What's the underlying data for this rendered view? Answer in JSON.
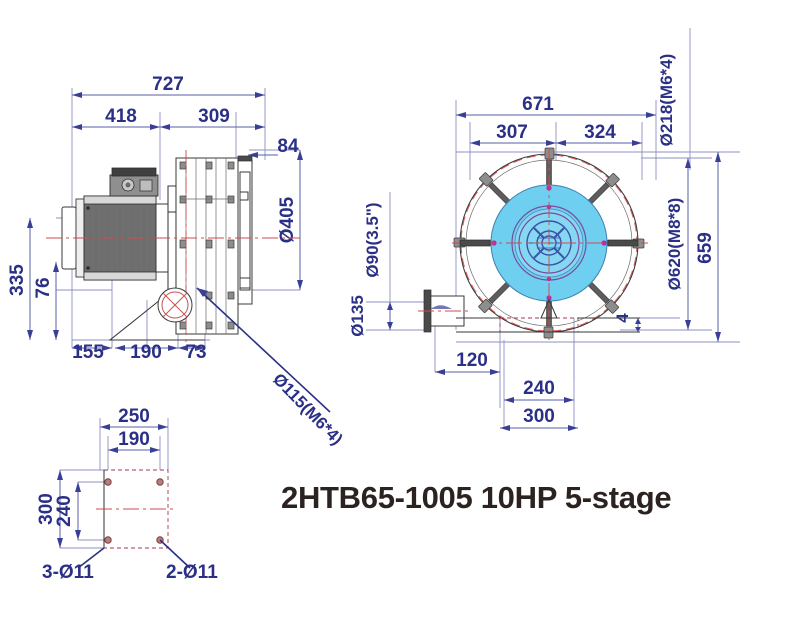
{
  "drawing": {
    "title": "2HTB65-1005 10HP 5-stage",
    "background_color": "#ffffff",
    "dimension_text_color": "#2b3087",
    "title_color": "#2c2320",
    "impeller_color": "#6ecff0",
    "centerline_color": "#d24b4b"
  },
  "views": {
    "side_view": {
      "name": "side-elevation-view",
      "dimensions": {
        "overall_length": "727",
        "motor_length": "418",
        "housing_length": "309",
        "outlet_offset": "84",
        "housing_diameter": "Ø405",
        "overall_height": "335",
        "base_to_center_lower": "76",
        "base_left": "155",
        "base_mid": "190",
        "base_right": "73",
        "flange_bolt": "Ø115(M6*4)"
      }
    },
    "front_view": {
      "name": "front-elevation-view",
      "dimensions": {
        "overall_width": "671",
        "left_width": "307",
        "right_width": "324",
        "outlet_flange_bolt": "Ø218(M6*4)",
        "inlet_bore": "Ø90(3.5\")",
        "inlet_flange": "Ø135",
        "housing_bolt_circle": "Ø620(M8*8)",
        "overall_height": "659",
        "base_offset": "120",
        "base_hole_spacing": "240",
        "base_width": "300",
        "base_thickness": "4"
      }
    },
    "base_plan_view": {
      "name": "base-plate-plan-view",
      "dimensions": {
        "plate_width": "250",
        "hole_spacing_x": "190",
        "plate_depth": "300",
        "hole_spacing_y": "240"
      },
      "callouts": {
        "left_holes": "3-Ø11",
        "right_holes": "2-Ø11"
      }
    }
  },
  "chart_data": {
    "type": "table",
    "title": "2HTB65-1005 10HP 5-stage",
    "categories": [
      "727",
      "418",
      "309",
      "84",
      "Ø405",
      "335",
      "76",
      "155",
      "190",
      "73",
      "Ø115(M6*4)",
      "671",
      "307",
      "324",
      "Ø218(M6*4)",
      "Ø90(3.5\")",
      "Ø135",
      "Ø620(M8*8)",
      "659",
      "120",
      "240",
      "300",
      "4",
      "250",
      "190",
      "300",
      "240",
      "3-Ø11",
      "2-Ø11"
    ],
    "values": [
      727,
      418,
      309,
      84,
      405,
      335,
      76,
      155,
      190,
      73,
      115,
      671,
      307,
      324,
      218,
      90,
      135,
      620,
      659,
      120,
      240,
      300,
      4,
      250,
      190,
      300,
      240,
      11,
      11
    ]
  }
}
